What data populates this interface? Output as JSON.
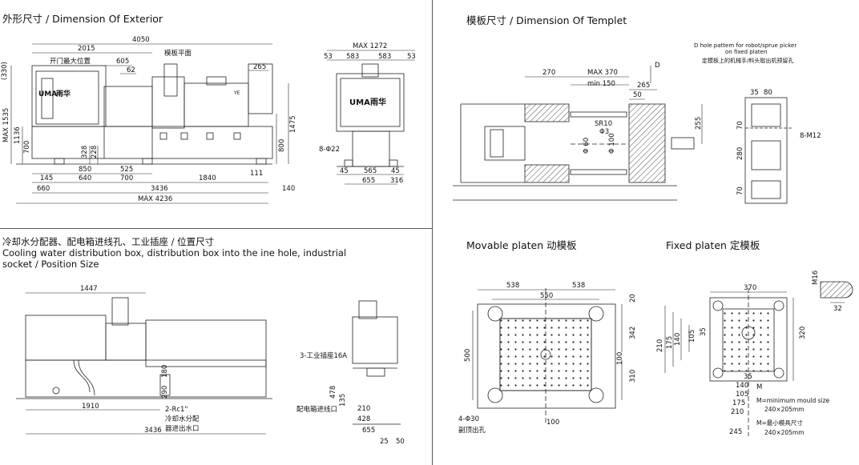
{
  "titles": {
    "exterior": "外形尺寸 / Dimension Of Exterior",
    "templet": "模板尺寸 / Dimension Of Templet",
    "cooling_line1": "冷却水分配器、配电箱进线孔、工业插座 / 位置尺寸",
    "cooling_line2": "Cooling water distribution box, distribution box into the ine hole, industrial",
    "cooling_line3": "socket / Position Size",
    "movable": "Movable platen 动模板",
    "fixed": "Fixed platen 定模板"
  },
  "brand": {
    "logo": "UMA",
    "name": "雨华",
    "model": "YE"
  },
  "exterior": {
    "overall": "4050",
    "d2015": "2015",
    "door_label": "开门最大位置",
    "d605": "605",
    "d62": "62",
    "platen_label": "模板平面",
    "d265": "265",
    "d330": "(330)",
    "max1535": "MAX 1535",
    "d1136": "1136",
    "d700": "700",
    "d328": "328",
    "d228": "228",
    "d850": "850",
    "d525": "525",
    "d145": "145",
    "d640": "640",
    "d700b": "700",
    "d1840": "1840",
    "d111": "111",
    "d660": "660",
    "d3436": "3436",
    "d140": "140",
    "max4236": "MAX 4236",
    "d1475": "1475",
    "d800": "800"
  },
  "side_view": {
    "max1272": "MAX 1272",
    "d53a": "53",
    "d583a": "583",
    "d583b": "583",
    "d53b": "53",
    "holes": "8-Φ22",
    "d45a": "45",
    "d565": "565",
    "d45b": "45",
    "d655": "655",
    "d316": "316"
  },
  "templet": {
    "note1": "D hole pattem for robot/sprue picker",
    "note2": "on fixed platen",
    "note3": "定模板上的机械手/料头取出机预留孔",
    "d270": "270",
    "max370": "MAX 370",
    "min150": "min 150",
    "d265": "265",
    "d50": "50",
    "sr10": "SR10",
    "phi3": "Φ3",
    "phi60": "Φ 60",
    "phi100": "Φ 100",
    "d255": "255",
    "mark_d": "D",
    "d35": "35",
    "d80": "80",
    "d70a": "70",
    "d280": "280",
    "d70b": "70",
    "m12": "8-M12"
  },
  "cooling": {
    "d1447": "1447",
    "d1910": "1910",
    "d3436": "3436",
    "d290": "290",
    "d180": "180",
    "rc1": "2-Rc1\"",
    "water_label_1": "冷却水分配",
    "water_label_2": "器进出水口",
    "socket": "3-工业插座16A",
    "inlet": "配电箱进线口",
    "d478": "478",
    "d135": "135",
    "d210": "210",
    "d428": "428",
    "d655": "655",
    "d25": "25",
    "d50": "50"
  },
  "movable": {
    "d538a": "538",
    "d538b": "538",
    "d550": "550",
    "d20": "20",
    "d342": "342",
    "d500": "500",
    "d100v": "100",
    "d310": "310",
    "d100h": "100",
    "holes": "4-Φ30",
    "ejector": "副顶出孔"
  },
  "fixed": {
    "d370": "370",
    "d320": "320",
    "d210": "210",
    "d175": "175",
    "d140": "140",
    "d105": "105",
    "d35": "35",
    "m16": "M16",
    "d32": "32",
    "d35b": "35",
    "d140b": "140",
    "d105b": "105",
    "d175b": "175",
    "d210b": "210",
    "d245": "245",
    "mark_m": "M",
    "note_en": "M=minimum mould size",
    "size_en": "240×205mm",
    "note_cn": "M=最小模具尺寸",
    "size_cn": "240×205mm"
  }
}
